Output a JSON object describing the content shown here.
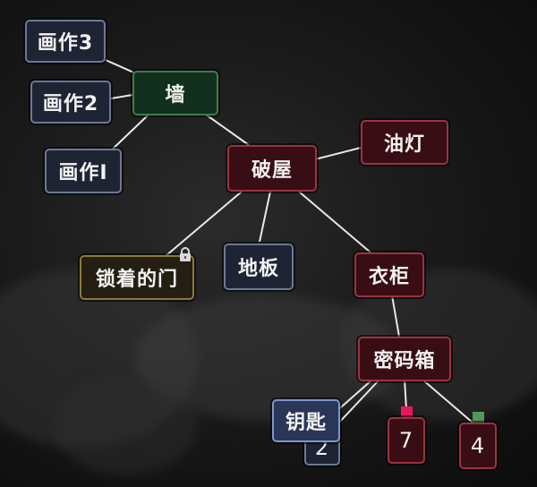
{
  "nodes": {
    "huazuo3": "画作3",
    "huazuo2": "画作2",
    "huazuo1": "画作I",
    "qiang": "墙",
    "youdeng": "油灯",
    "powu": "破屋",
    "suozhedemen": "锁着的门",
    "diban": "地板",
    "yigui": "衣柜",
    "mimaxiang": "密码箱",
    "yaoshi": "钥匙",
    "num_2": "2",
    "num_7": "7",
    "num_4": "4"
  },
  "icons": {
    "lock": "lock-icon",
    "pink_marker": "pink-square-marker",
    "green_marker": "green-square-marker"
  },
  "colors": {
    "blue_border": "#6c7894",
    "green_border": "#3c7e4d",
    "red_border": "#9b3341",
    "yellow_border": "#8a7a38",
    "pink_marker": "#e8175d",
    "green_marker": "#4f9a5b",
    "link_line": "#e8e8e8"
  }
}
